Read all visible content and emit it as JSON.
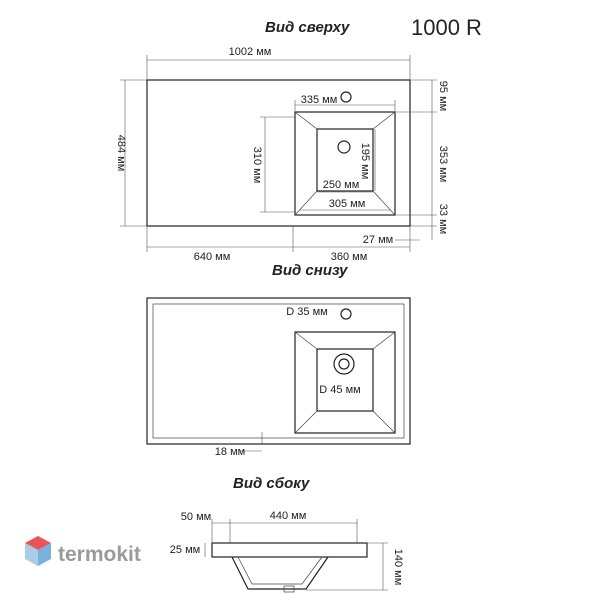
{
  "top_view": {
    "title": "Вид сверху",
    "model": "1000 R",
    "dims": {
      "total_width": "1002 мм",
      "depth": "484 мм",
      "top_gap": "95 мм",
      "bowl_depth": "353 мм",
      "bottom_gap": "33 мм",
      "bowl_outer_width": "335 мм",
      "bowl_inner_depth": "310 мм",
      "bowl_depth_small": "195 мм",
      "bowl_inner_width": "250 мм",
      "bowl_bottom_width": "305 мм",
      "edge": "27 мм",
      "left_part": "640 мм",
      "right_part": "360 мм"
    }
  },
  "bottom_view": {
    "title": "Вид снизу",
    "dims": {
      "tap_hole": "D 35 мм",
      "drain": "D 45 мм",
      "thickness": "18 мм"
    }
  },
  "side_view": {
    "title": "Вид сбоку",
    "dims": {
      "offset": "50 мм",
      "width": "440 мм",
      "slab": "25 мм",
      "height": "140 мм"
    }
  },
  "brand": {
    "name": "termokit",
    "colors": {
      "top": "#e8545a",
      "left": "#a9cde8",
      "right": "#7ab0dc",
      "text": "#9a9a9a"
    }
  }
}
